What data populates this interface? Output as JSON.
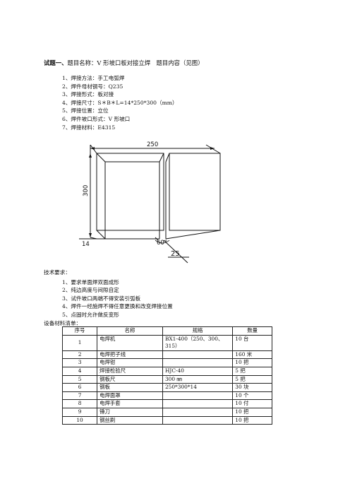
{
  "header": {
    "label": "试题一、",
    "text": "题目名称：V 形坡口板对接立焊　题目内容（见图）"
  },
  "items": [
    "1、焊接方法：手工电弧焊",
    "2、焊件母材钢号：Q235",
    "3、焊接形式：板对接",
    "4、焊接尺寸：S＊B＊L=14*250*300（mm）",
    "5、焊接位置：立位",
    "6、焊件坡口形式：V 形坡口",
    "7、焊接材料：E4315"
  ],
  "drawing": {
    "dim_top": "250",
    "dim_left": "300",
    "dim_thickness": "14",
    "dim_angle": "60°",
    "dim_root": "25"
  },
  "requirements": {
    "title": "技术要求：",
    "items": [
      "1、要求单面焊双面成形",
      "2、纯边高度与间隙自定",
      "3、试件坡口两端不得安装引弧板",
      "4、焊件一经施焊不得任意更换和改变焊接位置",
      "5、点固时允许做反变形"
    ]
  },
  "equipment": {
    "title": "设备材料清单：",
    "headers": [
      "序号",
      "名称",
      "规格",
      "数量"
    ],
    "rows": [
      [
        "1",
        "电焊机",
        "BX1-400（250、300、315）",
        "10 台"
      ],
      [
        "2",
        "电焊把子线",
        "",
        "160 米"
      ],
      [
        "3",
        "电焊钳",
        "",
        "10 把"
      ],
      [
        "4",
        "焊接检验尺",
        "HJC-40",
        "5 把"
      ],
      [
        "5",
        "钢板尺",
        "300 ㎜",
        "5 把"
      ],
      [
        "6",
        "钢板",
        "250*300*14",
        "30 块"
      ],
      [
        "7",
        "电焊面罩",
        "",
        "10 个"
      ],
      [
        "8",
        "电焊手套",
        "",
        "10 付"
      ],
      [
        "9",
        "锤刀",
        "",
        "10 把"
      ],
      [
        "10",
        "钢丝刷",
        "",
        "10 把"
      ]
    ]
  }
}
